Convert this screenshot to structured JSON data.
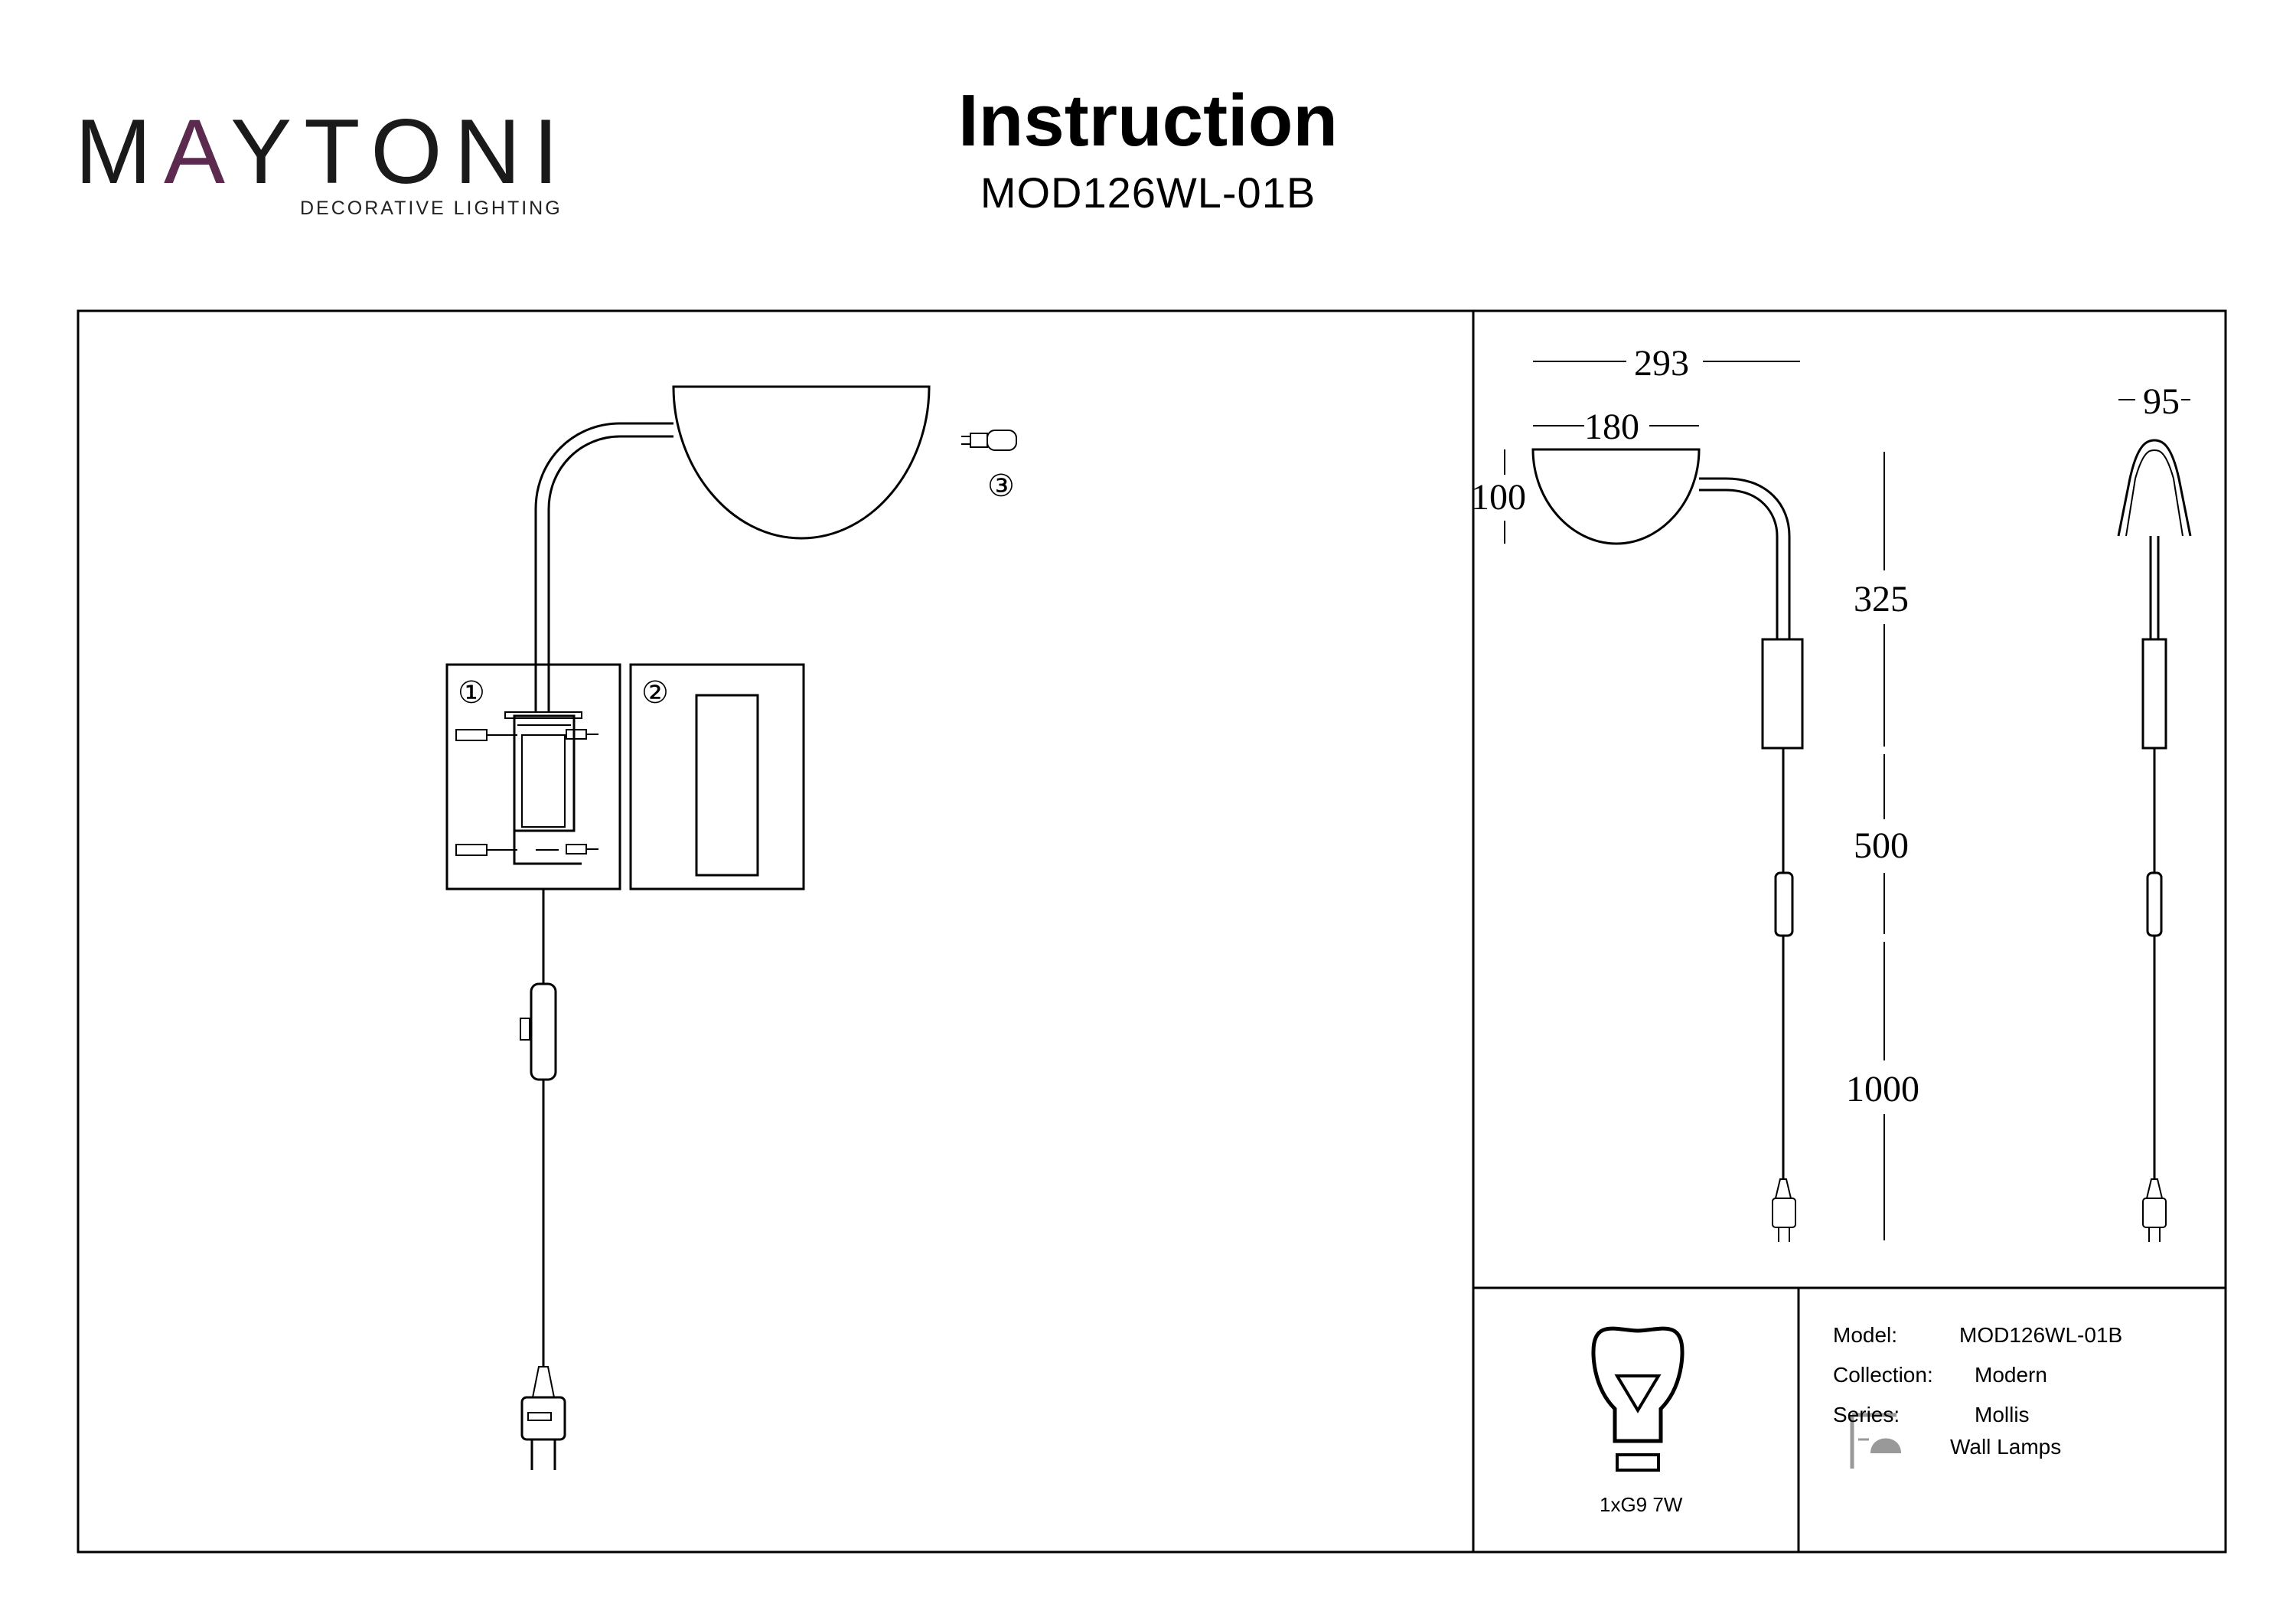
{
  "brand": {
    "name": "MAYTONI",
    "tagline": "DECORATIVE LIGHTING",
    "accent_color": "#5b2a4e"
  },
  "header": {
    "title": "Instruction",
    "model": "MOD126WL-01B"
  },
  "assembly": {
    "callouts": [
      "①",
      "②",
      "③"
    ]
  },
  "dimensions": {
    "total_width": "293",
    "shade_width": "180",
    "shade_height": "100",
    "depth": "95",
    "arm_length": "325",
    "body_to_switch": "500",
    "cable_length": "1000"
  },
  "bulb": {
    "icon": "light-bulb-icon",
    "spec": "1xG9 7W"
  },
  "specs": {
    "model_label": "Model:",
    "model_value": "MOD126WL-01B",
    "collection_label": "Collection:",
    "collection_value": "Modern",
    "series_label": "Series:",
    "series_value": "Mollis",
    "type_icon": "wall-lamp-icon",
    "type_value": "Wall Lamps"
  }
}
